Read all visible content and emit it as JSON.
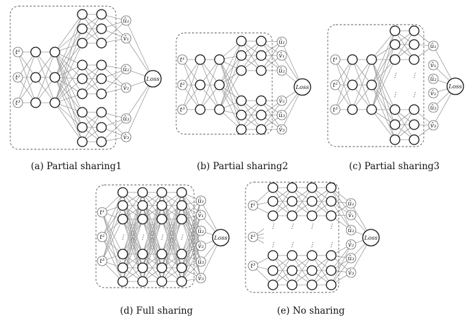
{
  "captions": {
    "a": "(a) Partial sharing1",
    "b": "(b) Partial sharing2",
    "c": "(c) Partial sharing3",
    "d": "(d) Full sharing",
    "e": "(e) No sharing"
  },
  "inputs": [
    "t¹",
    "t²",
    "t³"
  ],
  "outputs": [
    "û₁",
    "v̂₁",
    "û₂",
    "v̂₂",
    "û₃",
    "v̂₃"
  ],
  "loss_label": "Loss",
  "ellipsis": "⋮",
  "colors": {
    "edge": "#9a9a9a",
    "node": "#111111",
    "box": "#555555"
  }
}
